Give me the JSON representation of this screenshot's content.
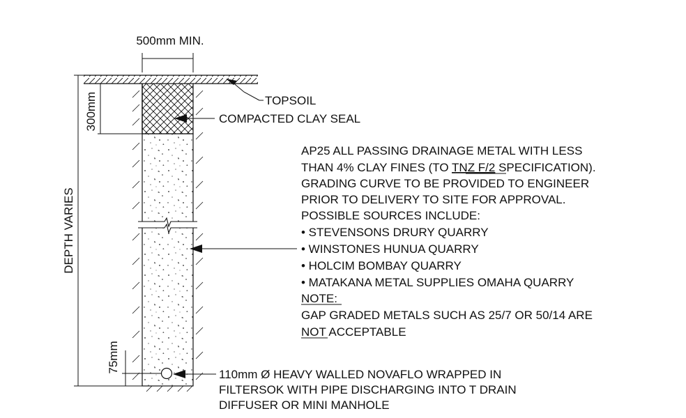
{
  "dimensions": {
    "width_label": "500mm MIN.",
    "seal_depth_label": "300mm",
    "depth_label": "DEPTH VARIES",
    "pipe_offset_label": "75mm"
  },
  "callouts": {
    "topsoil": "TOPSOIL",
    "clay_seal": "COMPACTED CLAY SEAL",
    "pipe": [
      "110mm Ø HEAVY WALLED NOVAFLO WRAPPED IN",
      "FILTERSOK WITH PIPE DISCHARGING INTO T DRAIN",
      "DIFFUSER OR MINI MANHOLE"
    ]
  },
  "spec_note": {
    "lines": [
      "AP25 ALL PASSING DRAINAGE METAL WITH LESS",
      "GRADING CURVE TO BE PROVIDED TO ENGINEER",
      "PRIOR TO DELIVERY TO SITE FOR APPROVAL.",
      "POSSIBLE SOURCES INCLUDE:"
    ],
    "line2_before": "THAN 4% CLAY FINES (TO ",
    "line2_underlined": "TNZ F/2",
    "line2_after": " SPECIFICATION).",
    "sources": [
      "• STEVENSONS DRURY QUARRY",
      "• WINSTONES HUNUA QUARRY",
      "• HOLCIM BOMBAY QUARRY",
      "• MATAKANA METAL SUPPLIES OMAHA QUARRY"
    ],
    "note_heading": "NOTE:",
    "note_line1": "GAP GRADED METALS SUCH AS 25/7 OR 50/14 ARE",
    "note_not": "NOT",
    "note_line2_rest": " ACCEPTABLE"
  }
}
